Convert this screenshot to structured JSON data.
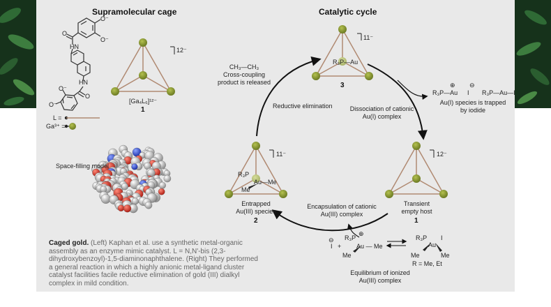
{
  "headers": {
    "left": "Supramolecular cage",
    "right": "Catalytic cycle"
  },
  "cage": {
    "charge": "12⁻",
    "formula": "[Ga₄L₆]¹²⁻",
    "number": "1",
    "legend_L": "L =",
    "legend_Ga": "Ga³⁺ ="
  },
  "ligand": {
    "o_minus_1": "O⁻",
    "o_minus_2": "O⁻",
    "o_minus_3": "O⁻",
    "o_minus_4": "O⁻",
    "o_1": "O",
    "o_2": "O",
    "hn_1": "HN",
    "hn_2": "HN"
  },
  "space_filling": "Space-filling model",
  "cycle": {
    "c3_charge": "11⁻",
    "c3_label": "R₃P—Au",
    "c3_number": "3",
    "c2_charge": "11⁻",
    "c2_label_top": "R₃P",
    "c2_label_au": "Au—Me",
    "c2_label_me": "Me",
    "c2_caption_1": "Entrapped",
    "c2_caption_2": "Au(III) species",
    "c2_number": "2",
    "c1_charge": "12⁻",
    "c1_caption_1": "Transient",
    "c1_caption_2": "empty host",
    "c1_number": "1",
    "product_formula": "CH₃—CH₃",
    "product_1": "Cross-coupling",
    "product_2": "product is released",
    "step_reductive": "Reductive elimination",
    "step_dissociation_1": "Dissociation of cationic",
    "step_dissociation_2": "Au(I) complex",
    "step_encapsulation_1": "Encapsulation of cationic",
    "step_encapsulation_2": "Au(III) complex",
    "trap_cation": "R₃P—Au",
    "trap_plus": "⊕",
    "trap_iodide": "I",
    "trap_minus": "⊖",
    "trap_product": "R₃P—Au—I",
    "trap_note_1": "Au(I) species is trapped",
    "trap_note_2": "by iodide",
    "eq_iodide": "I",
    "eq_minus": "⊖",
    "eq_plus_sign": "+",
    "eq_r3p": "R₃P",
    "eq_plus": "⊕",
    "eq_au_me": "Au — Me",
    "eq_me": "Me",
    "eq_r3p_2": "R₃P",
    "eq_au_i": "Au",
    "eq_i": "I",
    "eq_me_2": "Me",
    "eq_me_3": "Me",
    "eq_r": "R = Me, Et",
    "eq_caption_1": "Equilibrium of ionized",
    "eq_caption_2": "Au(III) complex"
  },
  "caption": {
    "title": "Caged gold.",
    "body": "(Left) Kaphan et al. use a synthetic metal-organic assembly as an enzyme mimic catalyst. L = N,N'-bis (2,3-dihydroxybenzoyl)-1,5-diaminonaphthalene. (Right) They performed a general reaction in which a highly anionic metal-ligand cluster catalyst facilities facile reductive elimination of gold (III) dialkyl complex in mild condition."
  },
  "colors": {
    "ga_sphere": "#7a8a2a",
    "cage_edge": "#b08a72",
    "panel": "#e9e9e9",
    "foliage": "#1f4a26"
  }
}
